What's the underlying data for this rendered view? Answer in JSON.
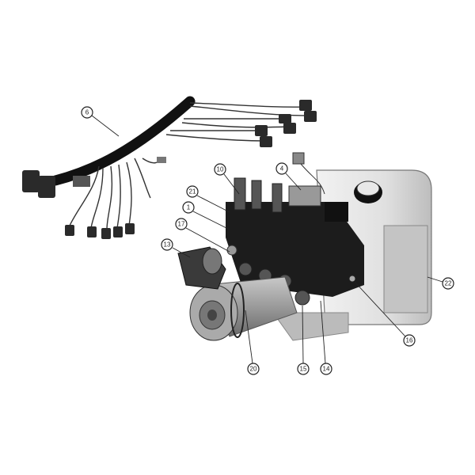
{
  "diagram": {
    "callouts": [
      {
        "label": "6",
        "part": "wiring-harness"
      },
      {
        "label": "10",
        "part": "valve-cartridge"
      },
      {
        "label": "4",
        "part": "solenoid-connector"
      },
      {
        "label": "21",
        "part": "valve-block"
      },
      {
        "label": "1",
        "part": "manifold"
      },
      {
        "label": "17",
        "part": "fitting"
      },
      {
        "label": "13",
        "part": "motor-solenoid"
      },
      {
        "label": "22",
        "part": "reservoir-tank"
      },
      {
        "label": "16",
        "part": "port-plug"
      },
      {
        "label": "20",
        "part": "motor-clamp"
      },
      {
        "label": "15",
        "part": "port-fitting"
      },
      {
        "label": "14",
        "part": "relief-valve"
      }
    ],
    "colors": {
      "line": "#222222",
      "tank": "#d9d9d9",
      "block": "#1c1c1c",
      "motor": "#9a9a9a"
    }
  }
}
